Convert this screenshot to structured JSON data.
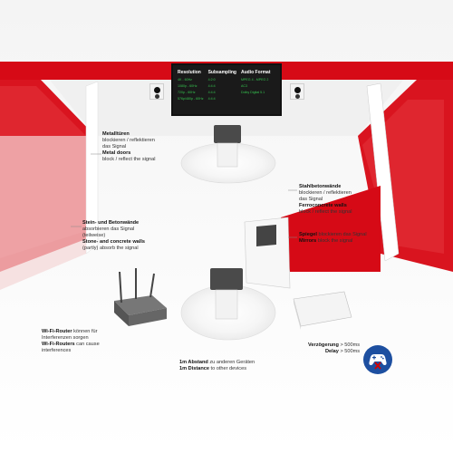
{
  "tv_table": {
    "headers": [
      "Resolution",
      "Subsampling",
      "Audio Format"
    ],
    "rows": [
      [
        "4K - 60Hz",
        "4:2:0",
        "MPEG 4 - MPEG 2"
      ],
      [
        "1080p - 60Hz",
        "4:4:4",
        "AC3"
      ],
      [
        "720p - 60Hz",
        "4:4:4",
        "Dolby Digital 5.1"
      ],
      [
        "576p/480p - 60Hz",
        "4:4:4",
        ""
      ]
    ]
  },
  "labels": {
    "metal": {
      "de_bold": "Metalltüren",
      "de_rest": [
        "blockieren / reflektieren",
        "das Signal"
      ],
      "en_bold": [
        "Metal doors"
      ],
      "en_rest": [
        "block / reflect the signal"
      ]
    },
    "stone": {
      "de_bold": "Stein- und Betonwände",
      "de_rest": [
        "absorbieren das Signal",
        "(teilweise)"
      ],
      "en_bold": [
        "Stone- and concrete walls"
      ],
      "en_rest": [
        "(partly) absorb the signal"
      ]
    },
    "steel": {
      "de_bold": "Stahlbetonwände",
      "de_rest": [
        "blockieren / reflektieren",
        "das Signal"
      ],
      "en_bold": [
        "Ferroconcrete walls"
      ],
      "en_rest": [
        "block / reflect the signal"
      ]
    },
    "mirror": {
      "de_bold": "Spiegel",
      "de_rest": " blockieren das Signal",
      "en_bold": "Mirrors",
      "en_rest": " block the signal"
    },
    "router": {
      "de_bold": "Wi-Fi-Router",
      "de_rest": " können für",
      "de_rest2": "Interferenzen sorgen",
      "en_bold": "Wi-Fi-Routers",
      "en_rest": " can cause",
      "en_rest2": "interferences"
    },
    "delay": {
      "de_bold": "Verzögerung",
      "de_rest": " > 500ms",
      "en_bold": "Delay",
      "en_rest": " > 500ms"
    },
    "distance": {
      "de_bold": "1m Abstand",
      "de_rest": " zu anderen Geräten",
      "en_bold": "1m Distance",
      "en_rest": " to other devices"
    }
  },
  "icons": {
    "badge": "game-controller-icon",
    "badge_color": "#1d4fa0",
    "cross_color": "#d40000"
  },
  "colors": {
    "wall_red": "#d60a16",
    "screen_text": "#35c24f"
  }
}
